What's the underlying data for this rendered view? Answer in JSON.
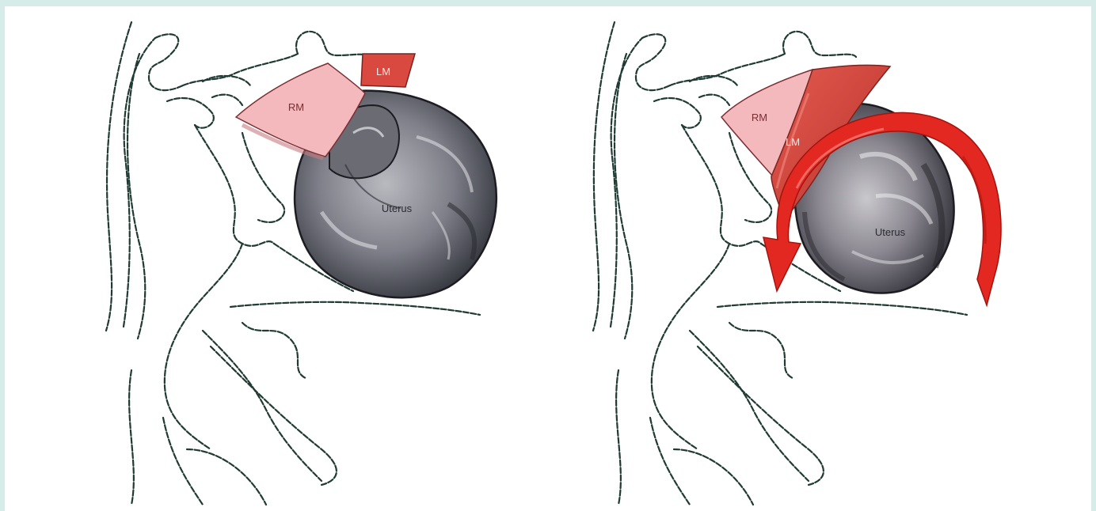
{
  "figure": {
    "left_panel": {
      "labels": {
        "rm": "RM",
        "lm": "LM",
        "uterus": "Uterus"
      }
    },
    "right_panel": {
      "labels": {
        "rm": "RM",
        "lm": "LM",
        "uterus": "Uterus"
      }
    },
    "colors": {
      "rm_fill": "#f3b9bd",
      "lm_fill": "#d9493f",
      "uterus_dark": "#3b3d45",
      "uterus_mid": "#8b8c94",
      "arrow_red": "#e22820",
      "line_ink": "#1f3b33",
      "border": "#d6ece9"
    },
    "icons": [
      "curved-rotation-arrow-icon"
    ]
  }
}
